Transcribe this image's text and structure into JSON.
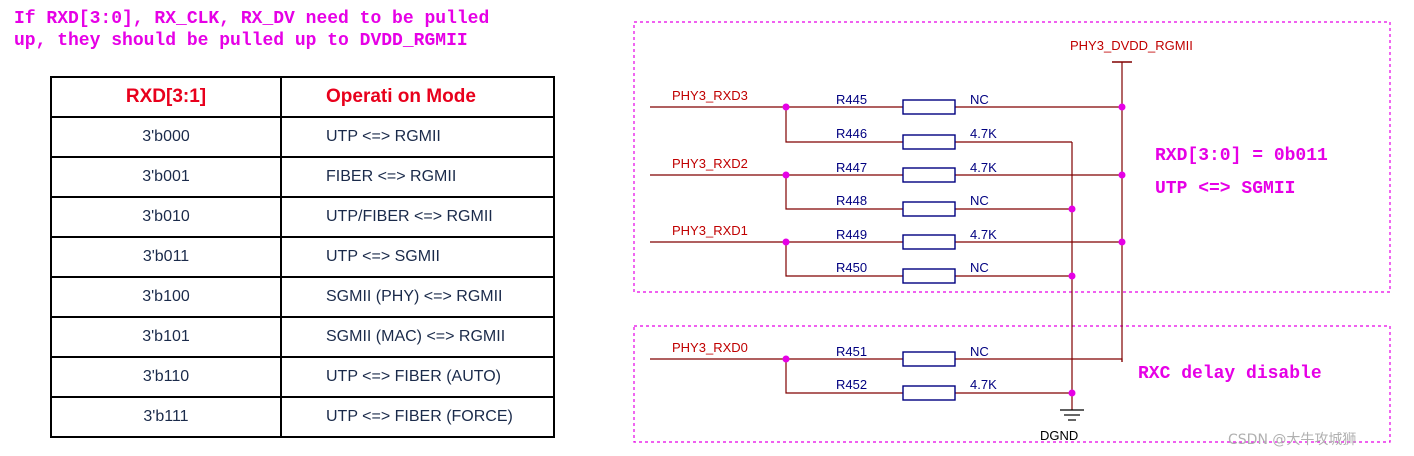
{
  "note": "If RXD[3:0], RX_CLK, RX_DV need to be pulled\nup, they should be pulled up to DVDD_RGMII",
  "table": {
    "headers": [
      "RXD[3:1]",
      "Operati on Mode"
    ],
    "rows": [
      [
        "3'b000",
        "UTP <=> RGMII"
      ],
      [
        "3'b001",
        "FIBER <=> RGMII"
      ],
      [
        "3'b010",
        "UTP/FIBER <=> RGMII"
      ],
      [
        "3'b011",
        "UTP <=> SGMII"
      ],
      [
        "3'b100",
        "SGMII (PHY) <=> RGMII"
      ],
      [
        "3'b101",
        "SGMII (MAC) <=> RGMII"
      ],
      [
        "3'b110",
        "UTP <=> FIBER (AUTO)"
      ],
      [
        "3'b111",
        "UTP <=> FIBER (FORCE)"
      ]
    ]
  },
  "schematic": {
    "power_net": "PHY3_DVDD_RGMII",
    "ground_net": "DGND",
    "nets": [
      "PHY3_RXD3",
      "PHY3_RXD2",
      "PHY3_RXD1",
      "PHY3_RXD0"
    ],
    "resistors": [
      {
        "ref": "R445",
        "value": "NC"
      },
      {
        "ref": "R446",
        "value": "4.7K"
      },
      {
        "ref": "R447",
        "value": "4.7K"
      },
      {
        "ref": "R448",
        "value": "NC"
      },
      {
        "ref": "R449",
        "value": "4.7K"
      },
      {
        "ref": "R450",
        "value": "NC"
      },
      {
        "ref": "R451",
        "value": "NC"
      },
      {
        "ref": "R452",
        "value": "4.7K"
      }
    ],
    "annotations": {
      "rxd_setting": "RXD[3:0] = 0b011",
      "mode": "UTP <=> SGMII",
      "rxc": "RXC delay disable"
    }
  },
  "watermark": "CSDN @大牛攻城狮",
  "colors": {
    "annotation": "#e600e6",
    "wire": "#800000",
    "net_label": "#c00000",
    "resistor": "#000080",
    "junction": "#e600e6"
  }
}
